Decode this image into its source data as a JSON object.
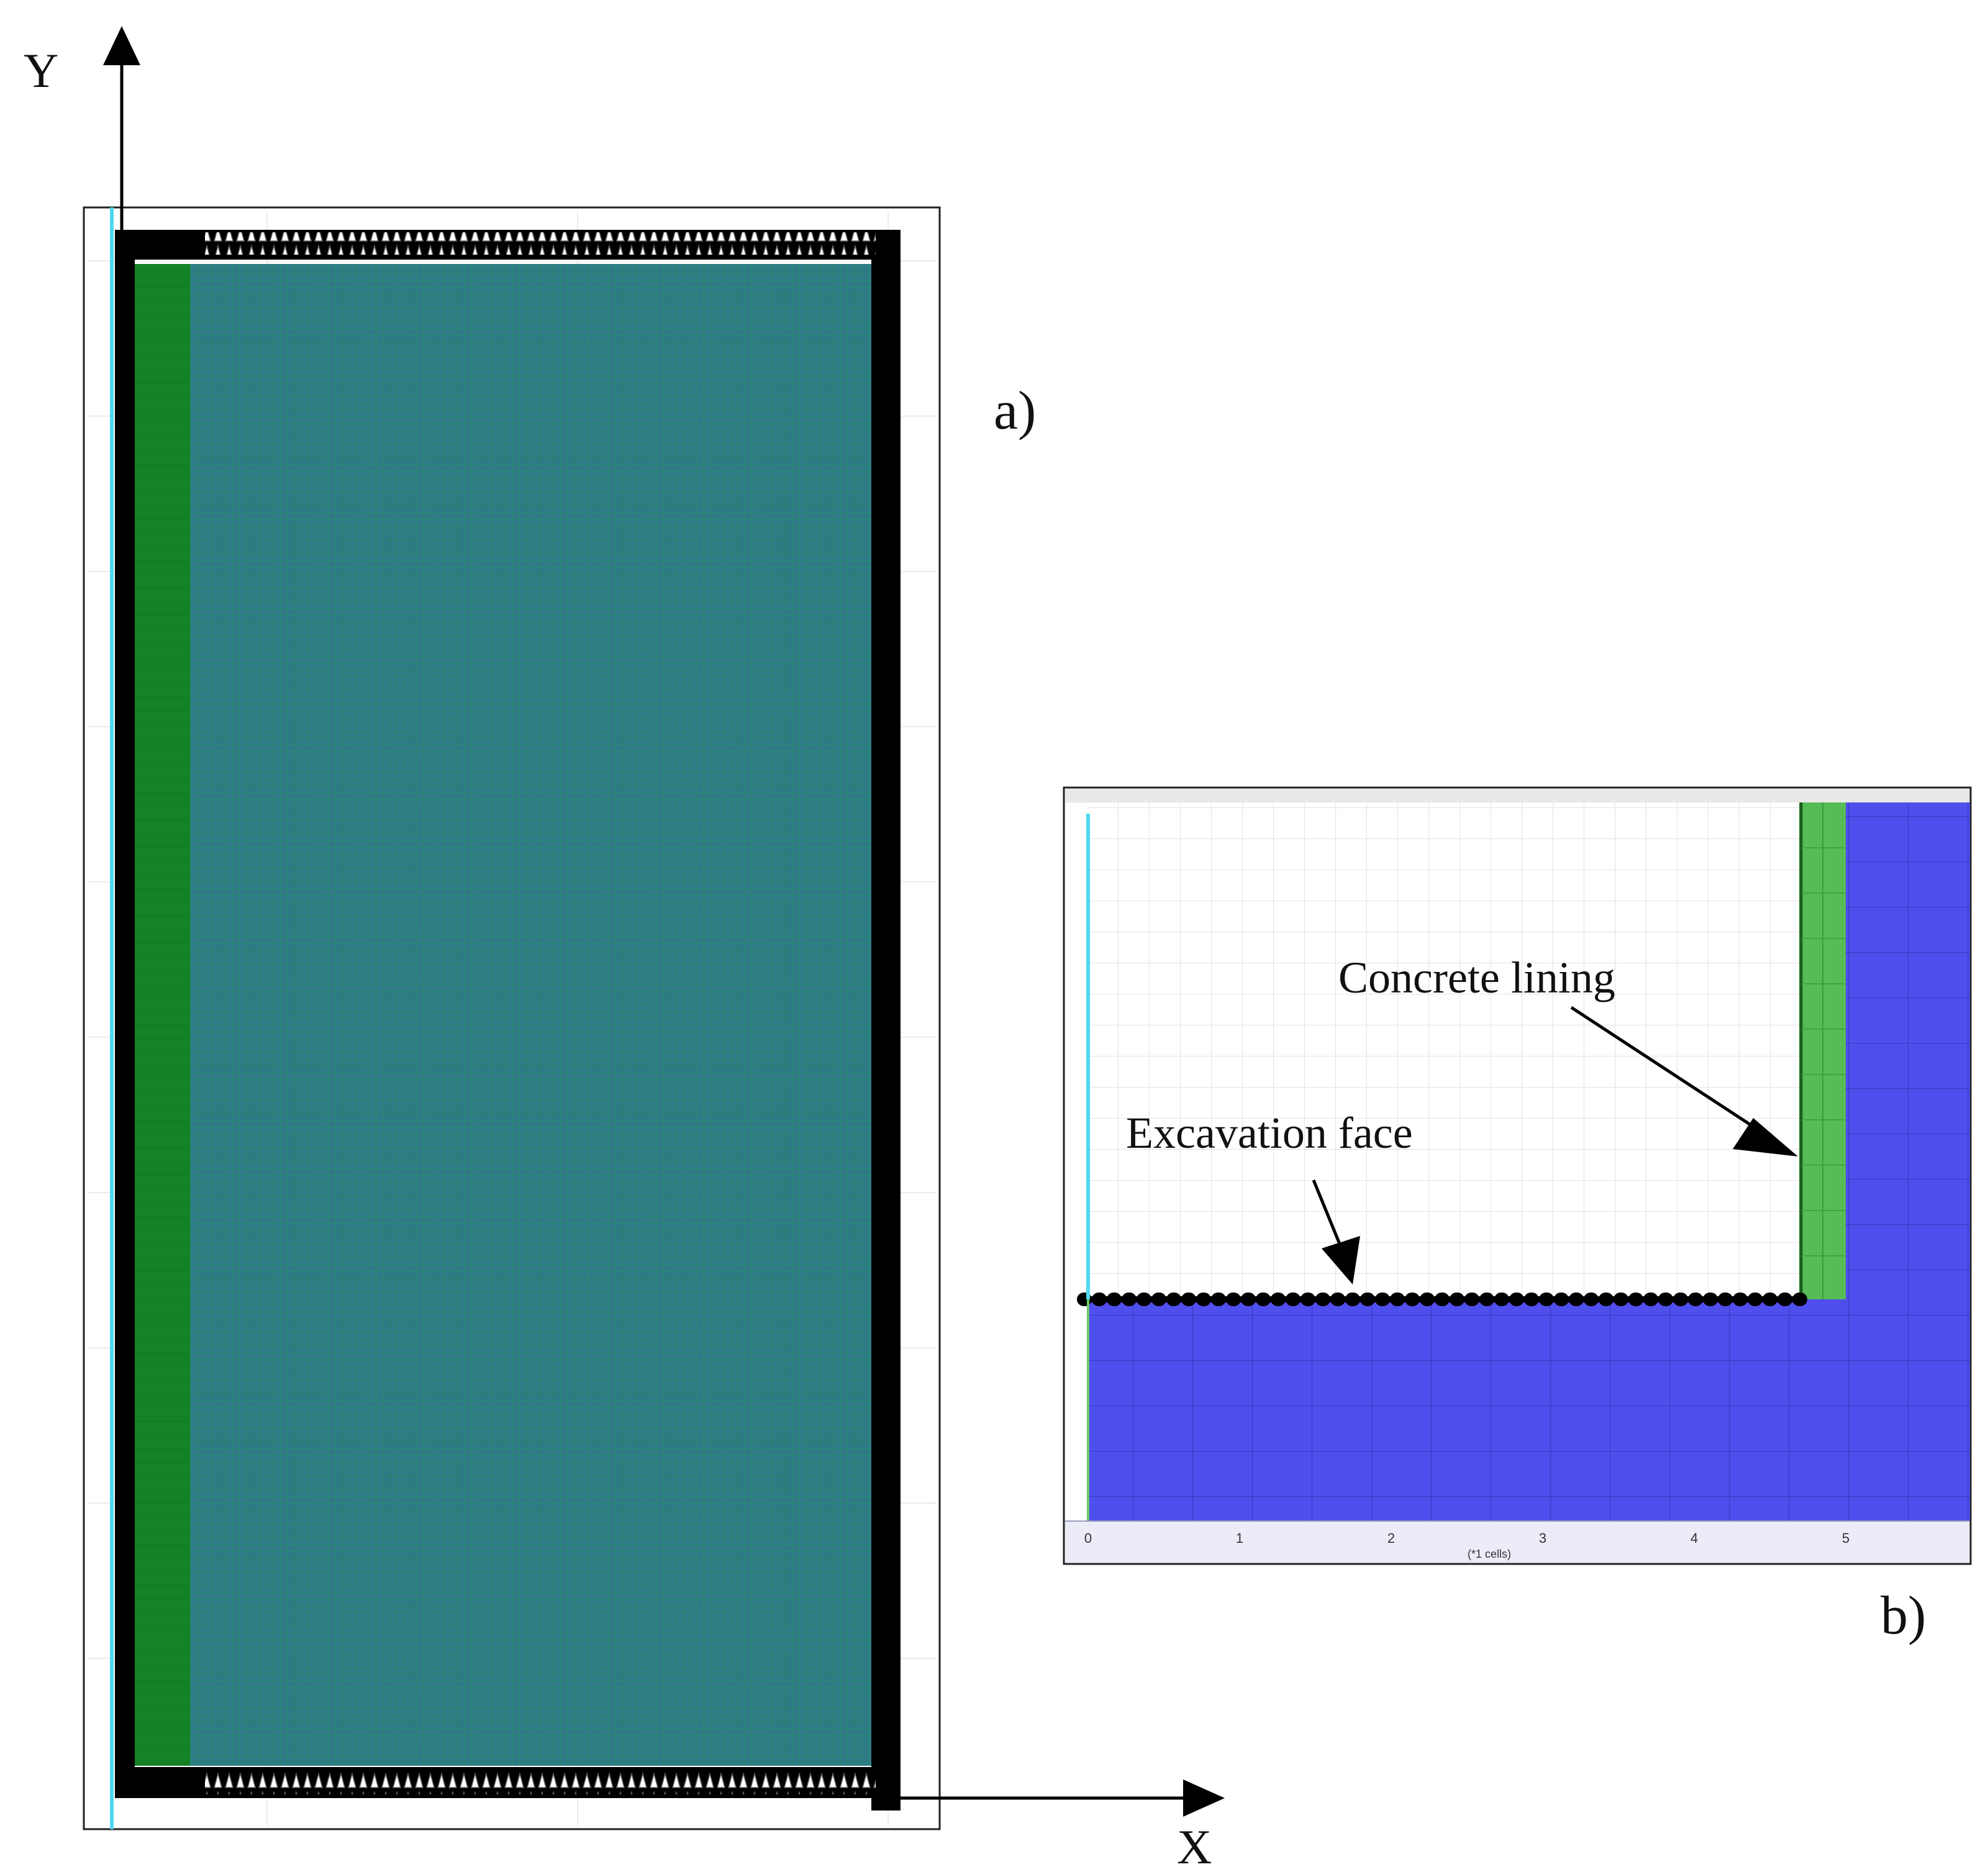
{
  "axes": {
    "y_label": "Y",
    "x_label": "X"
  },
  "panel_a": {
    "label": "a)",
    "colors": {
      "lining": "#138326",
      "rock": "#2f7a86",
      "mesh_line": "#1f9a5a",
      "boundary": "#000000",
      "axis_line": "#4dd9ee"
    }
  },
  "panel_b": {
    "label": "b)",
    "annotations": {
      "lining": "Concrete lining",
      "face": "Excavation face"
    },
    "ticks": [
      "0",
      "1",
      "2",
      "3",
      "4",
      "5"
    ],
    "axis_unit": "(*1 cells)",
    "colors": {
      "rock": "#4f4fee",
      "lining": "#56bd56",
      "grid": "#e2e2e2",
      "bar": "#ececf8"
    }
  }
}
